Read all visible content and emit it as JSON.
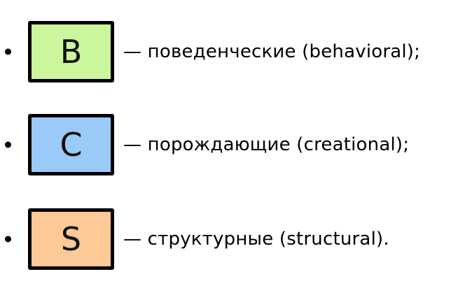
{
  "page": {
    "background_color": "#ffffff",
    "text_color": "#000000",
    "box_border_color": "#000000"
  },
  "legend": {
    "items": [
      {
        "letter": "B",
        "box_color": "#ccf69c",
        "label": "— поведенческие (behavioral);",
        "category": "behavioral"
      },
      {
        "letter": "C",
        "box_color": "#9bcaf8",
        "label": "— порождающие (creational);",
        "category": "creational"
      },
      {
        "letter": "S",
        "box_color": "#fdc997",
        "label": "— структурные (structural).",
        "category": "structural"
      }
    ]
  }
}
